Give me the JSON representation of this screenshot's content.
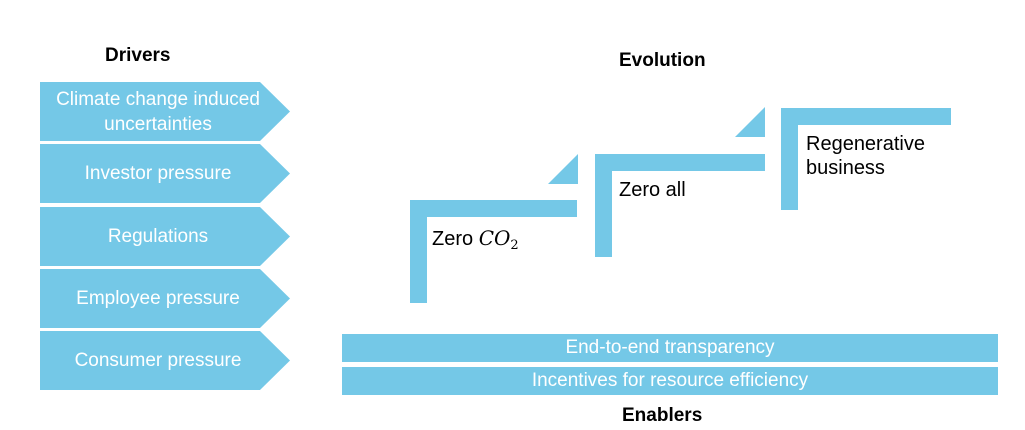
{
  "drivers": {
    "title": "Drivers",
    "items": [
      {
        "label": "Climate change induced uncertainties"
      },
      {
        "label": "Investor pressure"
      },
      {
        "label": "Regulations"
      },
      {
        "label": "Employee pressure"
      },
      {
        "label": "Consumer pressure"
      }
    ]
  },
  "evolution": {
    "title": "Evolution",
    "steps": [
      {
        "label_main": "Zero ",
        "formula": "CO",
        "formula_sub": "2"
      },
      {
        "label": "Zero all"
      },
      {
        "label": "Regenerative business"
      }
    ]
  },
  "enablers": {
    "title": "Enablers",
    "items": [
      {
        "label": "End-to-end transparency"
      },
      {
        "label": "Incentives for resource efficiency"
      }
    ]
  },
  "colors": {
    "accent": "#74c8e7",
    "text": "#000000",
    "label_on_accent": "#ffffff"
  }
}
